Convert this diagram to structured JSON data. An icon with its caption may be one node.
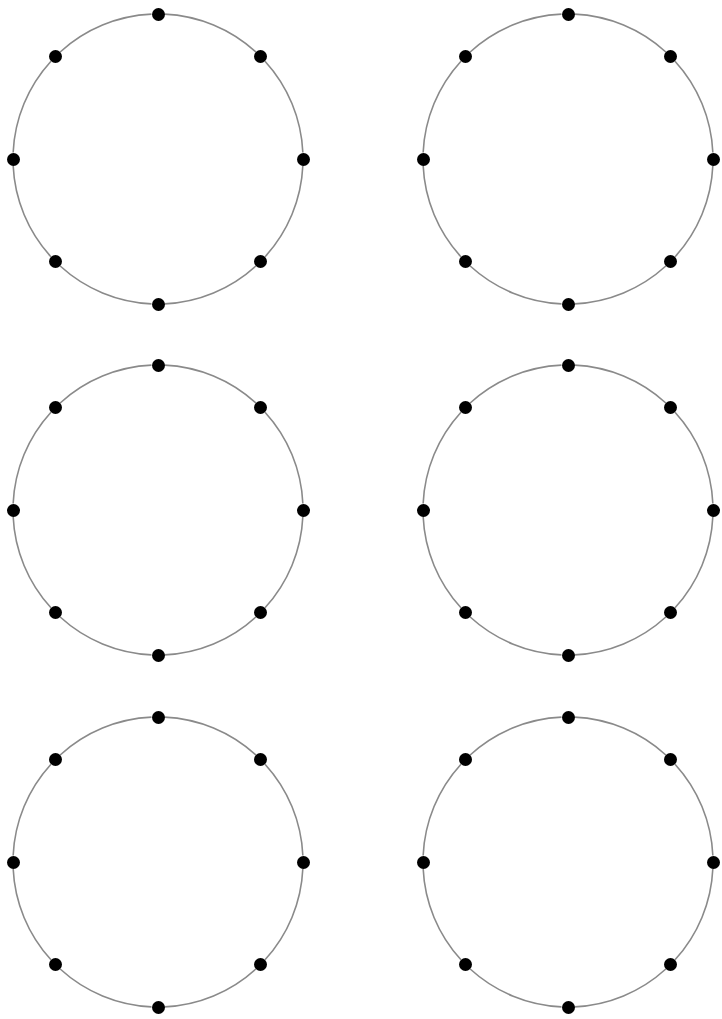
{
  "diagram": {
    "nodes": [
      {
        "text": [],
        "shape": "circle"
      },
      {
        "text": [],
        "shape": "circle"
      },
      {
        "text": [],
        "shape": "circle"
      },
      {
        "text": [],
        "shape": "circle"
      },
      {
        "text": [],
        "shape": "circle"
      },
      {
        "text": [],
        "shape": "circle"
      },
      {
        "text": [],
        "shape": "circle"
      },
      {
        "text": [],
        "shape": "circle"
      },
      {
        "text": [],
        "shape": "circle"
      },
      {
        "text": [],
        "shape": "circle"
      },
      {
        "text": [],
        "shape": "circle"
      },
      {
        "text": [],
        "shape": "circle"
      },
      {
        "text": [],
        "shape": "circle"
      },
      {
        "text": [],
        "shape": "circle"
      },
      {
        "text": [],
        "shape": "circle"
      },
      {
        "text": [],
        "shape": "circle"
      },
      {
        "text": [],
        "shape": "circle"
      },
      {
        "text": [],
        "shape": "circle"
      },
      {
        "text": [],
        "shape": "circle"
      },
      {
        "text": [],
        "shape": "circle"
      },
      {
        "text": [],
        "shape": "circle"
      },
      {
        "text": [],
        "shape": "circle"
      },
      {
        "text": [],
        "shape": "circle"
      },
      {
        "text": [],
        "shape": "circle"
      },
      {
        "text": [],
        "shape": "circle"
      },
      {
        "text": [],
        "shape": "circle"
      },
      {
        "text": [],
        "shape": "circle"
      },
      {
        "text": [],
        "shape": "circle"
      },
      {
        "text": [],
        "shape": "circle"
      },
      {
        "text": [],
        "shape": "circle"
      },
      {
        "text": [],
        "shape": "circle"
      },
      {
        "text": [],
        "shape": "circle"
      },
      {
        "text": [],
        "shape": "circle"
      },
      {
        "text": [],
        "shape": "circle"
      },
      {
        "text": [],
        "shape": "circle"
      },
      {
        "text": [],
        "shape": "circle"
      },
      {
        "text": [],
        "shape": "circle"
      },
      {
        "text": [],
        "shape": "circle"
      },
      {
        "text": [],
        "shape": "circle"
      },
      {
        "text": [],
        "shape": "circle"
      },
      {
        "text": [],
        "shape": "circle"
      },
      {
        "text": [],
        "shape": "circle"
      },
      {
        "text": [],
        "shape": "circle"
      },
      {
        "text": [],
        "shape": "circle"
      },
      {
        "text": [],
        "shape": "circle"
      },
      {
        "text": [],
        "shape": "circle"
      },
      {
        "text": [],
        "shape": "circle"
      },
      {
        "text": [],
        "shape": "circle"
      }
    ],
    "edges": [
      {
        "from": 0,
        "to": 1,
        "arrow": "none"
      },
      {
        "from": 1,
        "to": 2,
        "arrow": "none"
      },
      {
        "from": 2,
        "to": 3,
        "arrow": "none"
      },
      {
        "from": 3,
        "to": 4,
        "arrow": "none"
      },
      {
        "from": 4,
        "to": 5,
        "arrow": "none"
      },
      {
        "from": 5,
        "to": 6,
        "arrow": "none"
      },
      {
        "from": 6,
        "to": 7,
        "arrow": "none"
      },
      {
        "from": 7,
        "to": 0,
        "arrow": "none"
      },
      {
        "from": 8,
        "to": 9,
        "arrow": "none"
      },
      {
        "from": 9,
        "to": 10,
        "arrow": "none"
      },
      {
        "from": 10,
        "to": 11,
        "arrow": "none"
      },
      {
        "from": 11,
        "to": 12,
        "arrow": "none"
      },
      {
        "from": 12,
        "to": 13,
        "arrow": "none"
      },
      {
        "from": 13,
        "to": 14,
        "arrow": "none"
      },
      {
        "from": 14,
        "to": 15,
        "arrow": "none"
      },
      {
        "from": 15,
        "to": 8,
        "arrow": "none"
      },
      {
        "from": 16,
        "to": 17,
        "arrow": "none"
      },
      {
        "from": 17,
        "to": 18,
        "arrow": "none"
      },
      {
        "from": 18,
        "to": 19,
        "arrow": "none"
      },
      {
        "from": 19,
        "to": 20,
        "arrow": "none"
      },
      {
        "from": 20,
        "to": 21,
        "arrow": "none"
      },
      {
        "from": 21,
        "to": 22,
        "arrow": "none"
      },
      {
        "from": 22,
        "to": 23,
        "arrow": "none"
      },
      {
        "from": 23,
        "to": 16,
        "arrow": "none"
      },
      {
        "from": 24,
        "to": 25,
        "arrow": "none"
      },
      {
        "from": 25,
        "to": 26,
        "arrow": "none"
      },
      {
        "from": 26,
        "to": 27,
        "arrow": "none"
      },
      {
        "from": 27,
        "to": 28,
        "arrow": "none"
      },
      {
        "from": 28,
        "to": 29,
        "arrow": "none"
      },
      {
        "from": 29,
        "to": 30,
        "arrow": "none"
      },
      {
        "from": 30,
        "to": 31,
        "arrow": "none"
      },
      {
        "from": 31,
        "to": 24,
        "arrow": "none"
      },
      {
        "from": 32,
        "to": 33,
        "arrow": "none"
      },
      {
        "from": 33,
        "to": 34,
        "arrow": "none"
      },
      {
        "from": 34,
        "to": 35,
        "arrow": "none"
      },
      {
        "from": 35,
        "to": 36,
        "arrow": "none"
      },
      {
        "from": 36,
        "to": 37,
        "arrow": "none"
      },
      {
        "from": 37,
        "to": 38,
        "arrow": "none"
      },
      {
        "from": 38,
        "to": 39,
        "arrow": "none"
      },
      {
        "from": 39,
        "to": 32,
        "arrow": "none"
      },
      {
        "from": 40,
        "to": 41,
        "arrow": "none"
      },
      {
        "from": 41,
        "to": 42,
        "arrow": "none"
      },
      {
        "from": 42,
        "to": 43,
        "arrow": "none"
      },
      {
        "from": 43,
        "to": 44,
        "arrow": "none"
      },
      {
        "from": 44,
        "to": 45,
        "arrow": "none"
      },
      {
        "from": 45,
        "to": 46,
        "arrow": "none"
      },
      {
        "from": 46,
        "to": 47,
        "arrow": "none"
      },
      {
        "from": 47,
        "to": 40,
        "arrow": "none"
      }
    ]
  }
}
